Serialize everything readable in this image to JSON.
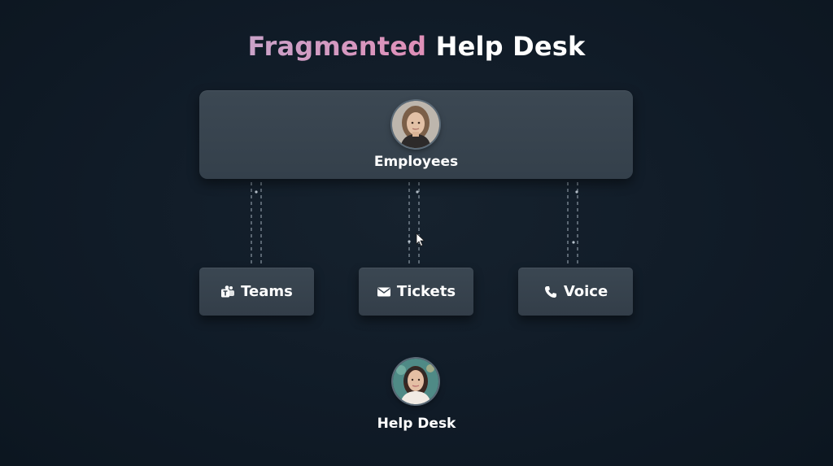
{
  "title": {
    "accent": "Fragmented",
    "rest": "Help Desk"
  },
  "employees": {
    "label": "Employees",
    "avatar_icon": "woman-avatar"
  },
  "channels": [
    {
      "label": "Teams",
      "icon": "teams-icon"
    },
    {
      "label": "Tickets",
      "icon": "mail-icon"
    },
    {
      "label": "Voice",
      "icon": "phone-icon"
    }
  ],
  "helpdesk": {
    "label": "Help Desk",
    "avatar_icon": "agent-avatar"
  },
  "colors": {
    "background": "#101b27",
    "card": "#38444f",
    "accent_gradient_start": "#c9a3c9",
    "accent_gradient_end": "#e08fb8",
    "connector": "#8c99a5"
  }
}
